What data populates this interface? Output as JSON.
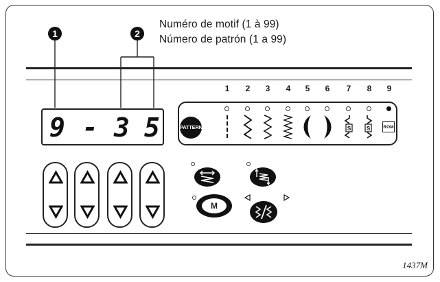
{
  "callouts": {
    "first": "1",
    "second": "2"
  },
  "caption": {
    "french": "Numéro de motif (1 à 99)",
    "spanish": "Número de patrón (1 a 99)"
  },
  "display": {
    "digit1": "9",
    "separator": "-",
    "digit2": "3",
    "digit3": "5"
  },
  "pattern_panel": {
    "numbers": [
      "1",
      "2",
      "3",
      "4",
      "5",
      "6",
      "7",
      "8",
      "9"
    ],
    "active_pattern": 9,
    "pattern_button": "PATTERN",
    "rom_label": "ROM"
  },
  "m_button": "M",
  "figure_code": "1437M"
}
